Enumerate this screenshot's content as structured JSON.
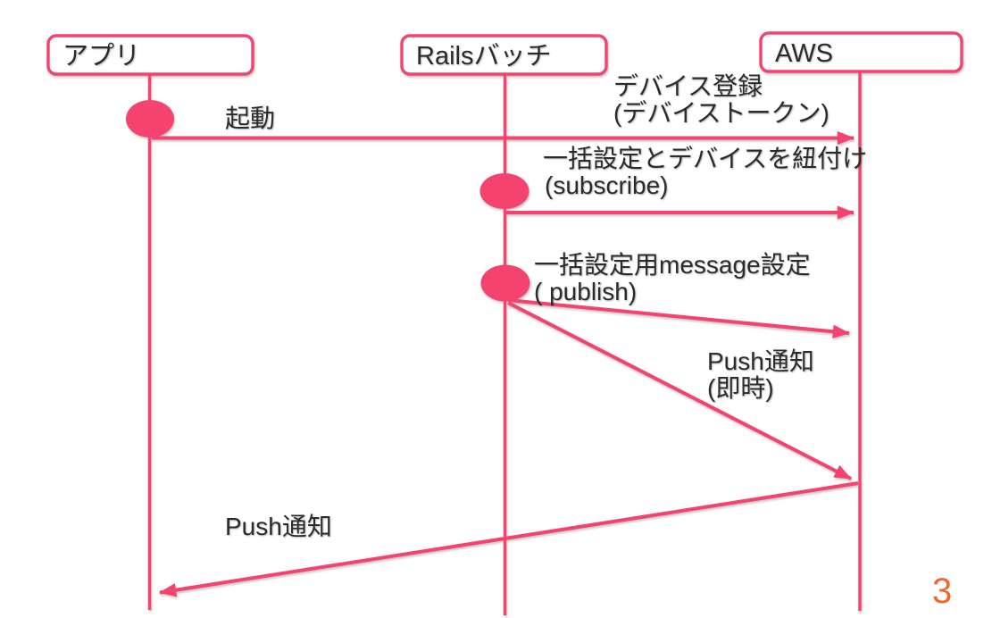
{
  "colors": {
    "pink": "#F4436E",
    "text": "#2B2B2B",
    "page_number": "#F2662C",
    "background": "#FFFFFF"
  },
  "page": {
    "number": "3"
  },
  "diagram": {
    "type": "sequence",
    "actors": [
      {
        "id": "app",
        "label": "アプリ"
      },
      {
        "id": "rails-batch",
        "label": "Railsバッチ"
      },
      {
        "id": "aws",
        "label": "AWS"
      }
    ],
    "messages": [
      {
        "id": "launch",
        "from": "アプリ",
        "to": "AWS",
        "label": "起動"
      },
      {
        "id": "device-registration",
        "from": "アプリ",
        "to": "AWS",
        "line1": "デバイス登録",
        "line2": "(デバイストークン)"
      },
      {
        "id": "subscribe",
        "from": "Railsバッチ",
        "to": "AWS",
        "line1": "一括設定とデバイスを紐付け",
        "line2": "(subscribe)"
      },
      {
        "id": "publish",
        "from": "Railsバッチ",
        "to": "AWS",
        "line1": "一括設定用message設定",
        "line2": "( publish)"
      },
      {
        "id": "push-immediate",
        "from": "Railsバッチ",
        "to": "AWS",
        "line1": "Push通知",
        "line2": "(即時)"
      },
      {
        "id": "push-to-app",
        "from": "AWS",
        "to": "アプリ",
        "label": "Push通知"
      }
    ]
  }
}
